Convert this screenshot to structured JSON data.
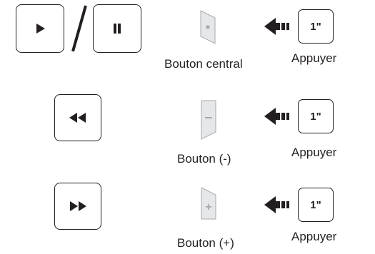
{
  "rows": [
    {
      "media_buttons": [
        "play-icon",
        "pause-icon"
      ],
      "separator": "/",
      "device_button": "Bouton central",
      "device_button_mark": "dot",
      "duration": "1\"",
      "action": "Appuyer"
    },
    {
      "media_buttons": [
        "rewind-icon"
      ],
      "device_button": "Bouton (-)",
      "device_button_mark": "−",
      "duration": "1\"",
      "action": "Appuyer"
    },
    {
      "media_buttons": [
        "fast-forward-icon"
      ],
      "device_button": "Bouton (+)",
      "device_button_mark": "+",
      "duration": "1\"",
      "action": "Appuyer"
    }
  ],
  "colors": {
    "ink": "#231f20",
    "button_fill": "#e6e7e8",
    "button_edge": "#bcbec0"
  }
}
